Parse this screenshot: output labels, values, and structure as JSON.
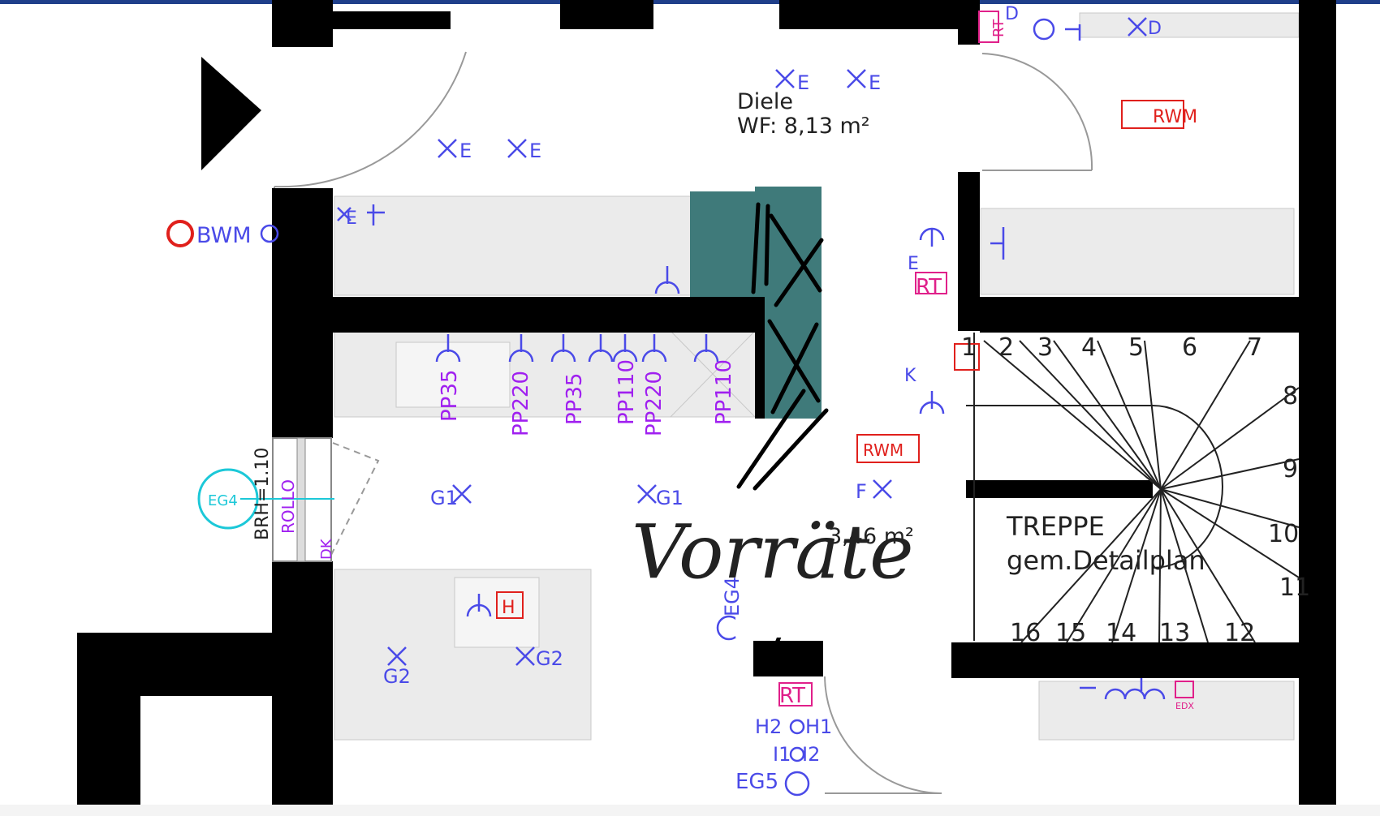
{
  "rooms": {
    "diele_name": "Diele",
    "diele_area": "WF: 8,13 m²",
    "kitchen_area": "3,46 m²",
    "stair_title": "TREPPE",
    "stair_subtitle": "gem.Detailplan"
  },
  "handwritten": {
    "note": "Vorräte"
  },
  "markers": {
    "rwm_top": "RWM",
    "rwm_mid": "RWM",
    "bwm": "BWM",
    "rt_top": "RT",
    "rt_mid": "RT",
    "rt_bottom": "RT",
    "h_box": "H",
    "eg4_circle": "EG4",
    "eg4_vertical": "EG4",
    "eg5": "EG5",
    "edx": "EDX"
  },
  "outlets": [
    "PP35",
    "PP220",
    "PP35",
    "PP110",
    "PP220",
    "PP110"
  ],
  "window": {
    "brh": "BRH=1.10",
    "rollo": "ROLLO",
    "dk": "DK"
  },
  "lights": {
    "e1": "E",
    "e2": "E",
    "e3": "E",
    "e4": "E",
    "e5": "E",
    "e6": "E",
    "d1": "D",
    "d2": "D",
    "g1a": "G1",
    "g1b": "G1",
    "g2a": "G2",
    "g2b": "G2",
    "f": "F",
    "k": "K",
    "h2": "H2",
    "h1": "H1",
    "i1": "I1",
    "i2": "I2"
  },
  "steps": [
    "1",
    "2",
    "3",
    "4",
    "5",
    "6",
    "7",
    "8",
    "9",
    "10",
    "11",
    "12",
    "13",
    "14",
    "15",
    "16"
  ],
  "colors": {
    "wall": "#000000",
    "fixture_fill": "#ebebeb",
    "pillar": "#3f7a7a",
    "electrical_blue": "#4a4ae8",
    "outlet_purple": "#a020f0",
    "alarm_red": "#e0201c",
    "rt_pink": "#e0208a",
    "window_cyan": "#1cc8d8",
    "top_bar": "#1f3f8a"
  }
}
